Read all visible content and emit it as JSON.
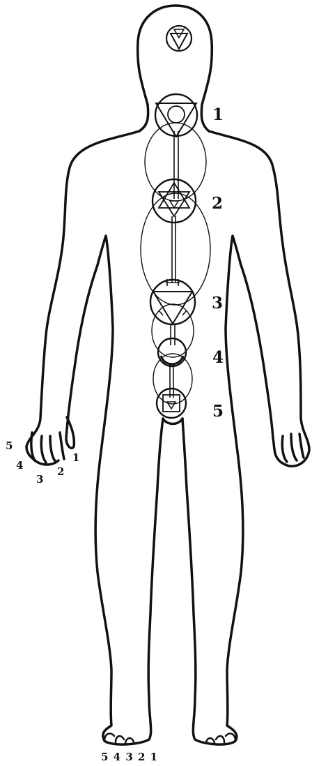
{
  "centers": [
    {
      "id": "crown",
      "label": ""
    },
    {
      "id": "throat",
      "label": "1"
    },
    {
      "id": "heart",
      "label": "2"
    },
    {
      "id": "navel",
      "label": "3"
    },
    {
      "id": "sacral",
      "label": "4"
    },
    {
      "id": "root",
      "label": "5"
    }
  ],
  "finger_labels": [
    "5",
    "4",
    "3",
    "2",
    "1"
  ],
  "toe_labels": "5 4 3 2 1",
  "colors": {
    "stroke": "#111111",
    "background": "#ffffff"
  }
}
